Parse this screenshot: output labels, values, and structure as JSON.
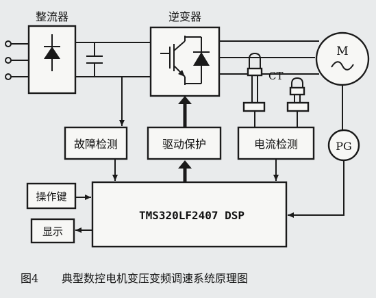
{
  "figure": {
    "caption_prefix": "图4",
    "caption_text": "典型数控电机变压变频调速系统原理图"
  },
  "blocks": {
    "rectifier": "整流器",
    "inverter": "逆变器",
    "fault_detect": "故障检测",
    "drive_protect": "驱动保护",
    "current_detect": "电流检测",
    "dsp": "TMS320LF2407 DSP",
    "keypad": "操作键",
    "display": "显示"
  },
  "labels": {
    "motor": "M",
    "ct": "CT",
    "pg": "PG"
  },
  "colors": {
    "ink": "#1a1a1a",
    "paper": "#e9ebec",
    "block_fill": "#f7f7f5"
  }
}
